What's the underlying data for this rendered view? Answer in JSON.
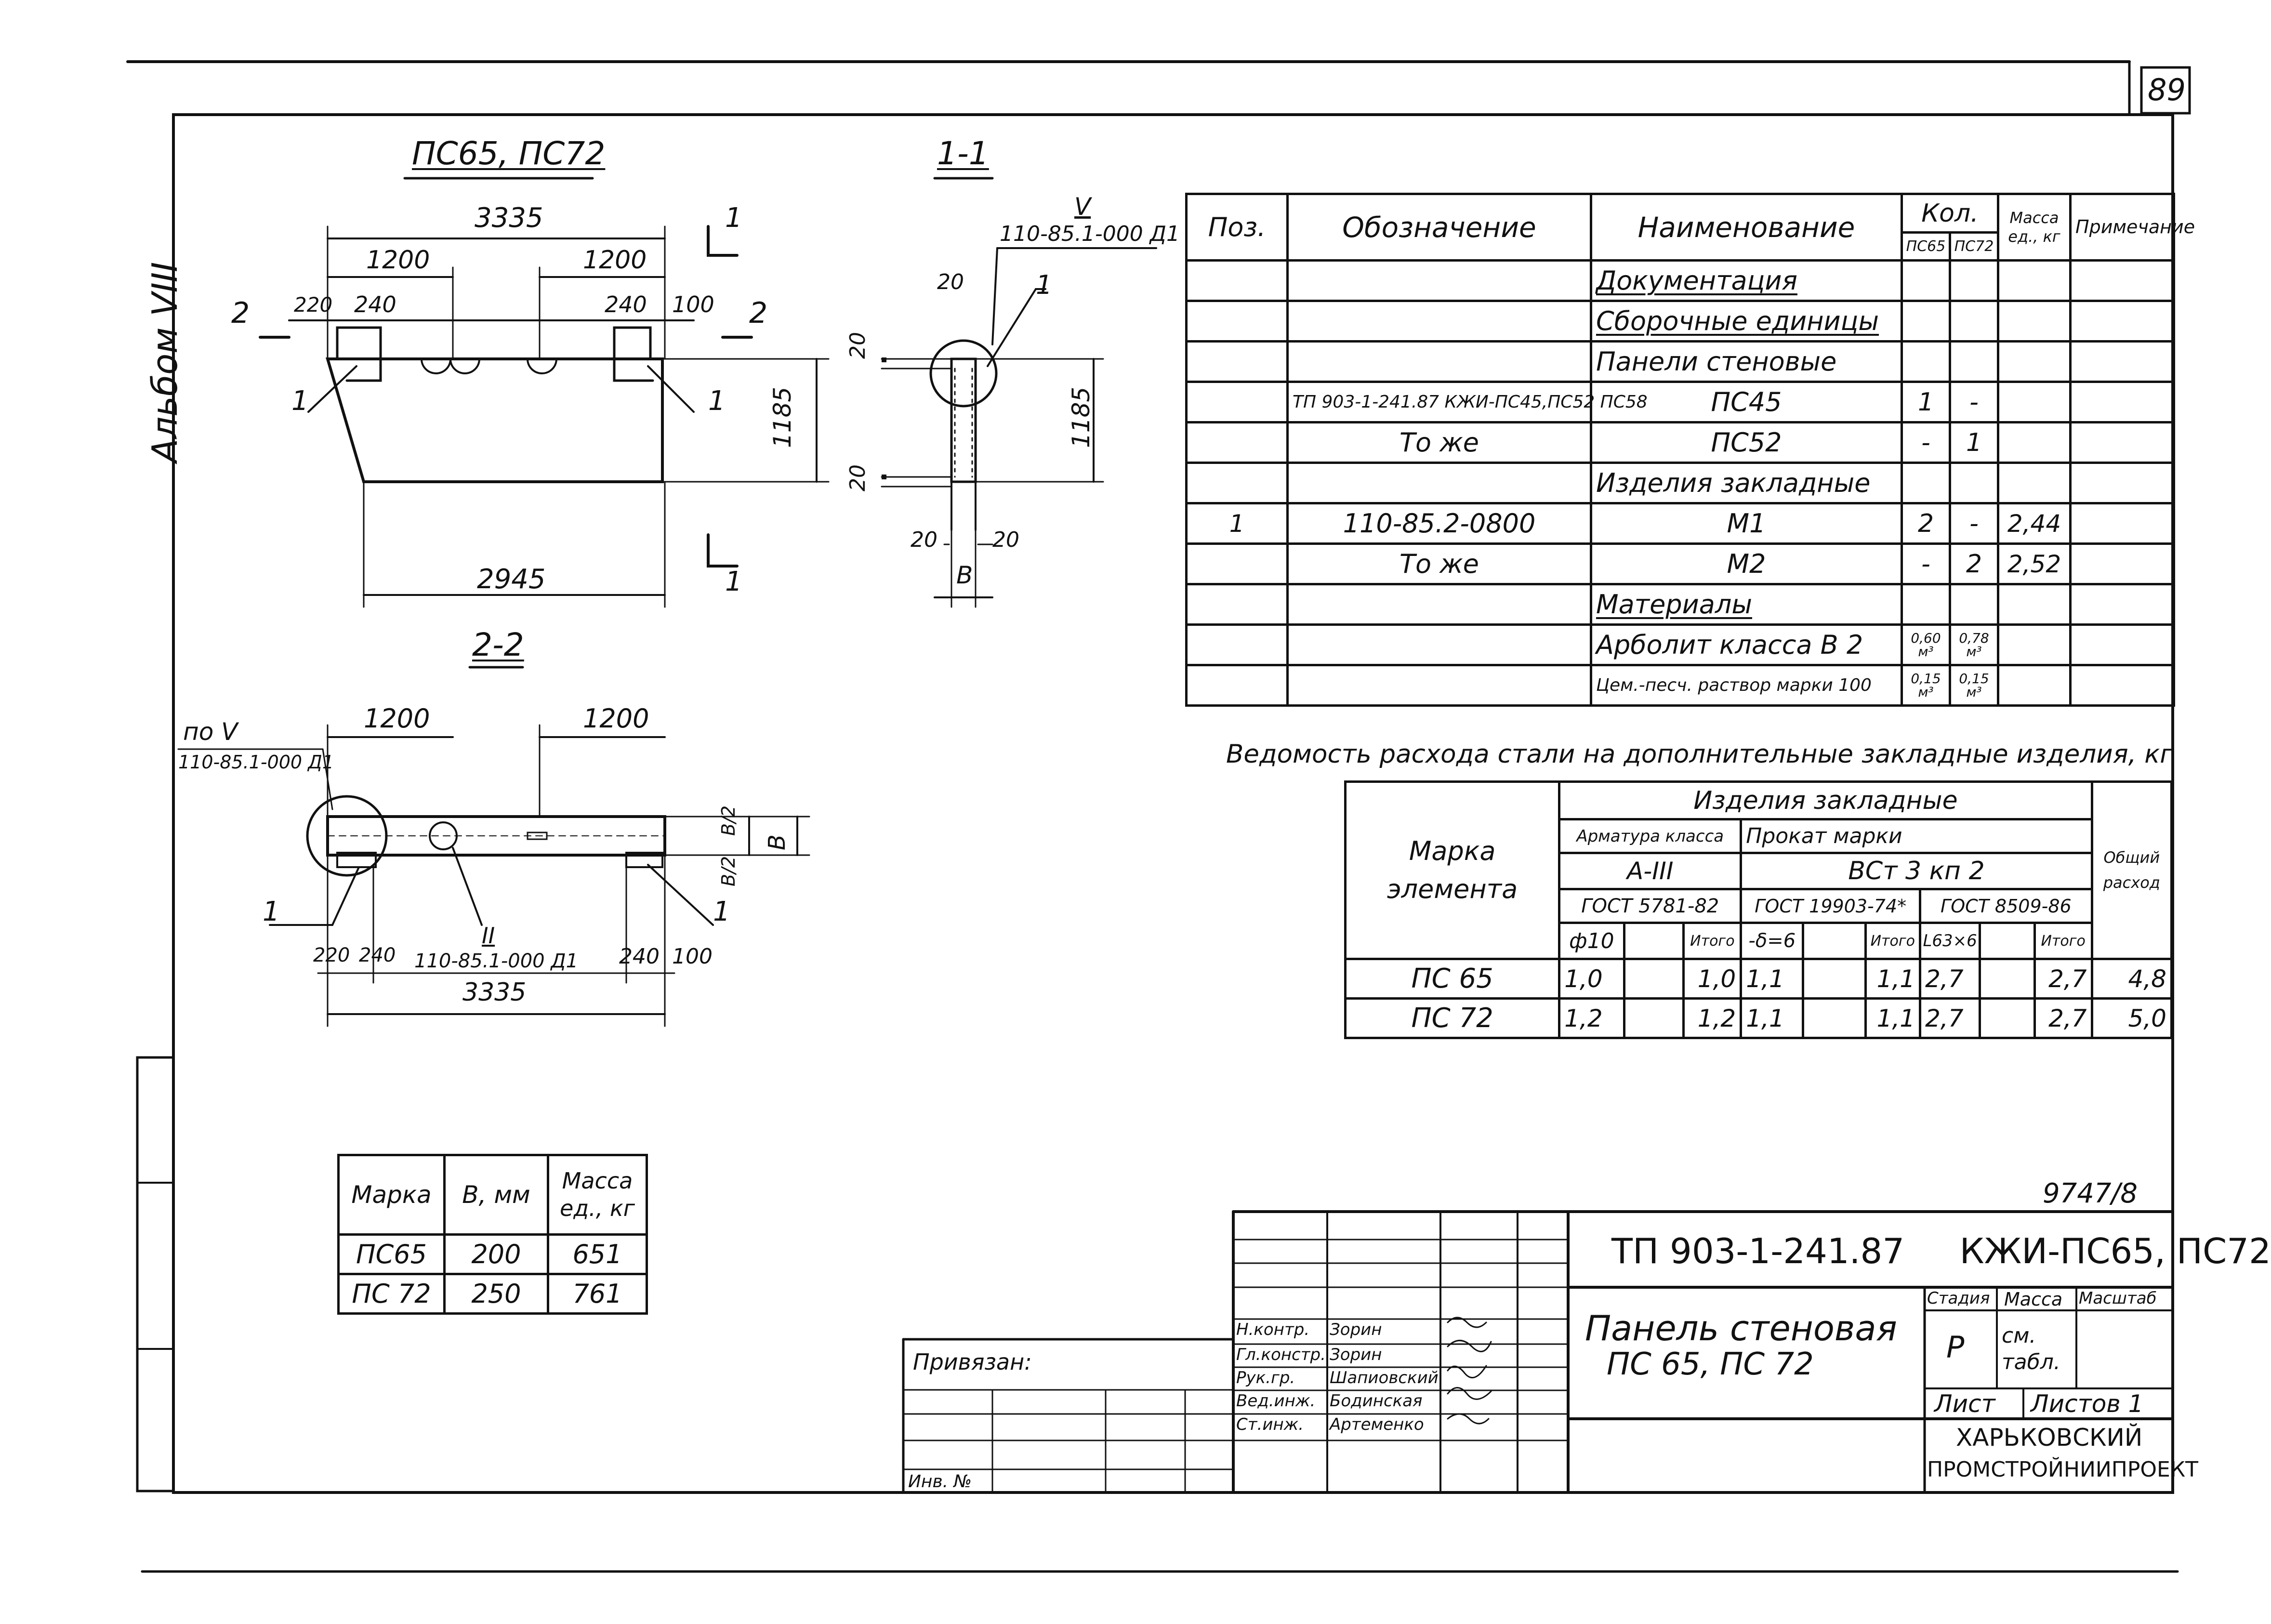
{
  "sheet": {
    "page_no": "89",
    "album": "Альбом VIII",
    "archive_no": "9747/8",
    "code_line": "ТП 903-1-241.87     КЖИ-ПС65, ПС72",
    "title_line1": "Панель стеновая",
    "title_line2": "ПС 65, ПС 72",
    "stage_label": "Стадия",
    "mass_label": "Масса",
    "scale_label": "Масштаб",
    "stage_value": "Р",
    "mass_value": "см. табл.",
    "sheet_label": "Лист",
    "sheets_label": "Листов 1",
    "org1": "ХАРЬКОВСКИЙ",
    "org2": "ПРОМСТРОЙНИИПРОЕКТ",
    "linked_label": "Привязан:",
    "inv_label": "Инв. №",
    "signatures": [
      {
        "role": "Н.контр.",
        "name": "Зорин"
      },
      {
        "role": "Гл.констр.",
        "name": "Зорин"
      },
      {
        "role": "Рук.гр.",
        "name": "Шапиовский"
      },
      {
        "role": "Вед.инж.",
        "name": "Бодинская"
      },
      {
        "role": "Ст.инж.",
        "name": "Артеменко"
      }
    ]
  },
  "drawings": {
    "plan_title": "ПС65, ПС72",
    "section11_title": "1-1",
    "section22_title": "2-2",
    "plan": {
      "dim_total": "3335",
      "dim_left": "1200",
      "dim_right": "1200",
      "dim_220": "220",
      "dim_240a": "240",
      "dim_240b": "240",
      "dim_100": "100",
      "dim_height": "1185",
      "dim_bottom": "2945",
      "mark_1a": "1",
      "mark_1b": "1",
      "cut_1_top": "1",
      "cut_1_bottom": "1",
      "cut_2_left": "2",
      "cut_2_right": "2"
    },
    "section11": {
      "node_ref": "V",
      "node_doc": "110-85.1-000 Д1",
      "mark_1": "1",
      "dim_20a": "20",
      "dim_20b": "20",
      "dim_20c": "20",
      "dim_20d": "20",
      "dim_20e": "20",
      "dim_20f": "20",
      "dim_height": "1185",
      "dim_b": "В"
    },
    "section22": {
      "ref_po": "по V",
      "ref_doc": "110-85.1-000 Д1",
      "dim_left": "1200",
      "dim_right": "1200",
      "mark_1a": "1",
      "mark_1b": "1",
      "node_ref": "II",
      "node_doc": "110-85.1-000 Д1",
      "dim_220": "220",
      "dim_240a": "240",
      "dim_240b": "240",
      "dim_100": "100",
      "dim_total": "3335",
      "dim_b2a": "В/2",
      "dim_b2b": "В/2",
      "dim_b": "В"
    }
  },
  "spec_table": {
    "headers": {
      "pos": "Поз.",
      "designation": "Обозначение",
      "name": "Наименование",
      "qty": "Кол.",
      "qty_ps65": "ПС65",
      "qty_ps72": "ПС72",
      "mass": "Масса ед., кг",
      "note": "Примечание"
    },
    "rows": [
      {
        "pos": "",
        "designation": "",
        "name": "Документация",
        "q65": "",
        "q72": "",
        "mass": "",
        "note": "",
        "style": "section"
      },
      {
        "pos": "",
        "designation": "",
        "name": "Сборочные единицы",
        "q65": "",
        "q72": "",
        "mass": "",
        "note": "",
        "style": "section"
      },
      {
        "pos": "",
        "designation": "",
        "name": "Панели стеновые",
        "q65": "",
        "q72": "",
        "mass": "",
        "note": "",
        "style": "plain"
      },
      {
        "pos": "",
        "designation": "ТП 903-1-241.87 КЖИ-ПС45,ПС52 ПС58",
        "name": "ПС45",
        "q65": "1",
        "q72": "-",
        "mass": "",
        "note": "",
        "style": "center"
      },
      {
        "pos": "",
        "designation": "То же",
        "name": "ПС52",
        "q65": "-",
        "q72": "1",
        "mass": "",
        "note": "",
        "style": "center"
      },
      {
        "pos": "",
        "designation": "",
        "name": "Изделия закладные",
        "q65": "",
        "q72": "",
        "mass": "",
        "note": "",
        "style": "plain"
      },
      {
        "pos": "1",
        "designation": "110-85.2-0800",
        "name": "М1",
        "q65": "2",
        "q72": "-",
        "mass": "2,44",
        "note": "",
        "style": "center"
      },
      {
        "pos": "",
        "designation": "То же",
        "name": "М2",
        "q65": "-",
        "q72": "2",
        "mass": "2,52",
        "note": "",
        "style": "center"
      },
      {
        "pos": "",
        "designation": "",
        "name": "Материалы",
        "q65": "",
        "q72": "",
        "mass": "",
        "note": "",
        "style": "section"
      },
      {
        "pos": "",
        "designation": "",
        "name": "Арболит класса В 2",
        "q65": "0,60 м³",
        "q72": "0,78 м³",
        "mass": "",
        "note": "",
        "style": "plain"
      },
      {
        "pos": "",
        "designation": "",
        "name": "Цем.-песч. раствор марки 100",
        "q65": "0,15 м³",
        "q72": "0,15 м³",
        "mass": "",
        "note": "",
        "style": "small"
      }
    ]
  },
  "steel_table": {
    "title": "Ведомость расхода стали на дополнительные закладные изделия, кг",
    "h_element": "Марка элемента",
    "h_embedded": "Изделия закладные",
    "h_rebar": "Арматура класса",
    "h_rolled": "Прокат марки",
    "h_rebar_class": "А-III",
    "h_rolled_grade": "ВСт 3 кп 2",
    "h_gost1": "ГОСТ 5781-82",
    "h_gost2": "ГОСТ 19903-74*",
    "h_gost3": "ГОСТ 8509-86",
    "h_total": "Общий расход",
    "h_phi": "ф10",
    "h_itogo1": "Итого",
    "h_delta": "-δ=6",
    "h_itogo2": "Итого",
    "h_angle": "L63×6",
    "h_itogo3": "Итого",
    "rows": [
      {
        "mark": "ПС 65",
        "phi": "1,0",
        "e1": "",
        "t1": "1,0",
        "d": "1,1",
        "e2": "",
        "t2": "1,1",
        "l": "2,7",
        "e3": "",
        "t3": "2,7",
        "total": "4,8"
      },
      {
        "mark": "ПС 72",
        "phi": "1,2",
        "e1": "",
        "t1": "1,2",
        "d": "1,1",
        "e2": "",
        "t2": "1,1",
        "l": "2,7",
        "e3": "",
        "t3": "2,7",
        "total": "5,0"
      }
    ]
  },
  "mass_table": {
    "h_mark": "Марка",
    "h_b": "В, мм",
    "h_mass": "Масса ед., кг",
    "rows": [
      {
        "mark": "ПС65",
        "b": "200",
        "mass": "651"
      },
      {
        "mark": "ПС 72",
        "b": "250",
        "mass": "761"
      }
    ]
  }
}
